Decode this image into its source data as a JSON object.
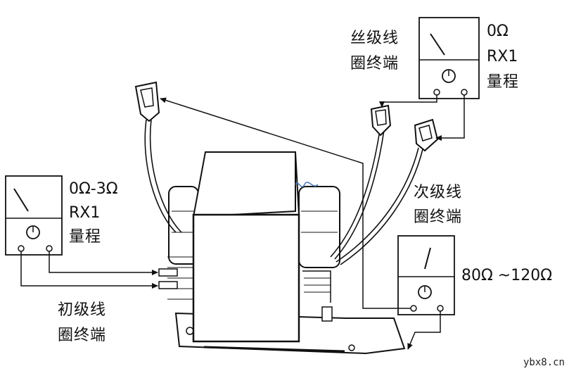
{
  "colors": {
    "ink": "#111111",
    "paper": "#ffffff",
    "transformer": "#9a9a9a"
  },
  "meter_left": {
    "reading": "0Ω-3Ω",
    "range_code": "RX1",
    "range_word": "量程"
  },
  "meter_top_right": {
    "reading": "0Ω",
    "range_code": "RX1",
    "range_word": "量程"
  },
  "meter_mid_right": {
    "reading": "80Ω ~120Ω"
  },
  "labels": {
    "filament_line1": "丝级线",
    "filament_line2": "圈终端",
    "secondary_line1": "次级线",
    "secondary_line2": "圈终端",
    "primary_line1": "初级线",
    "primary_line2": "圈终端"
  },
  "watermark": "ybx8.cn"
}
